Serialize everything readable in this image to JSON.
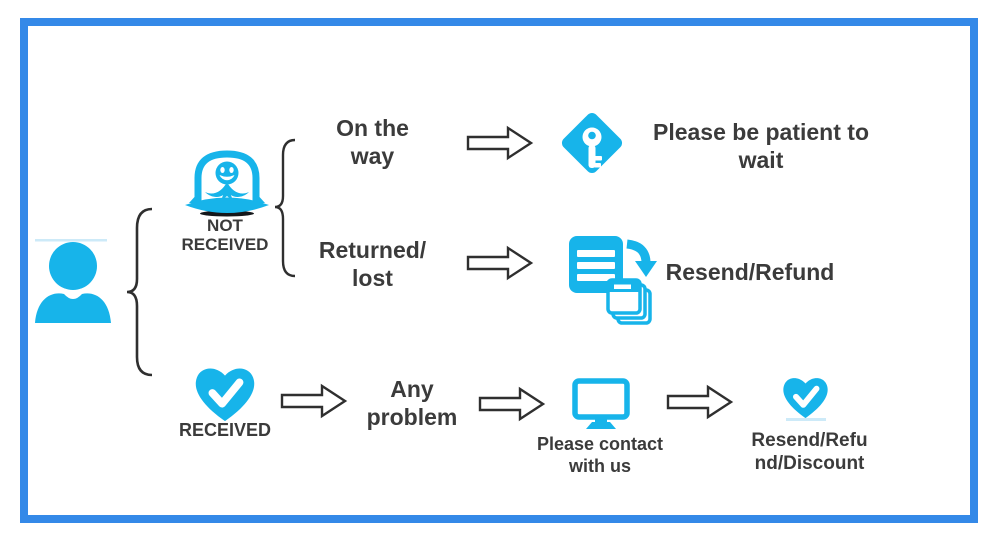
{
  "colors": {
    "accent": "#17b4ea",
    "frame_border": "#3489e8",
    "text": "#3b3b3b",
    "arrow_outline": "#2f2f2f",
    "faint_line": "#cdeaf8"
  },
  "diagram": {
    "title": "",
    "customer": {
      "icon": "person-icon"
    },
    "branch_not_received": {
      "label": "NOT\nRECEIVED",
      "icon": "ufo-alien-icon",
      "cases": [
        {
          "label": "On the\nway",
          "result": {
            "icon": "key-icon",
            "label": "Please be patient to\nwait"
          }
        },
        {
          "label": "Returned/\nlost",
          "result": {
            "icon": "resend-documents-icon",
            "label": "Resend/Refund"
          }
        }
      ]
    },
    "branch_received": {
      "label": "RECEIVED",
      "icon": "heart-check-icon",
      "cases": [
        {
          "label": "Any\nproblem",
          "result": {
            "icon": "monitor-icon",
            "label": "Please contact\nwith us"
          },
          "followup": {
            "icon": "heart-check-icon",
            "label": "Resend/Refu\nnd/Discount"
          }
        }
      ]
    }
  }
}
